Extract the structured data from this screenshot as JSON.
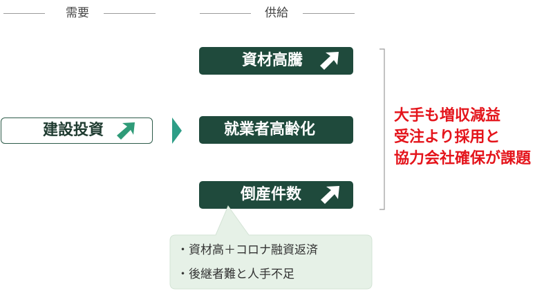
{
  "headers": {
    "demand": "需要",
    "supply": "供給"
  },
  "demand": {
    "label": "建設投資"
  },
  "supply_items": [
    {
      "label": "資材高騰",
      "trend_icon": "up-arrow-icon"
    },
    {
      "label": "就業者高齢化",
      "trend_icon": ""
    },
    {
      "label": "倒産件数",
      "trend_icon": "up-arrow-icon"
    }
  ],
  "conclusion": {
    "line1": "大手も増収減益",
    "line2": "受注より採用と",
    "line3": "協力会社確保が課題"
  },
  "causes": [
    "・資材高＋コロナ融資返済",
    "・後継者難と人手不足"
  ],
  "colors": {
    "dark_green": "#1f4a3c",
    "arrow_green": "#2f9b78",
    "callout_bg": "#e6f1e7",
    "conclusion_red": "#e4141b",
    "chevron_teal": "#2e9e87"
  }
}
